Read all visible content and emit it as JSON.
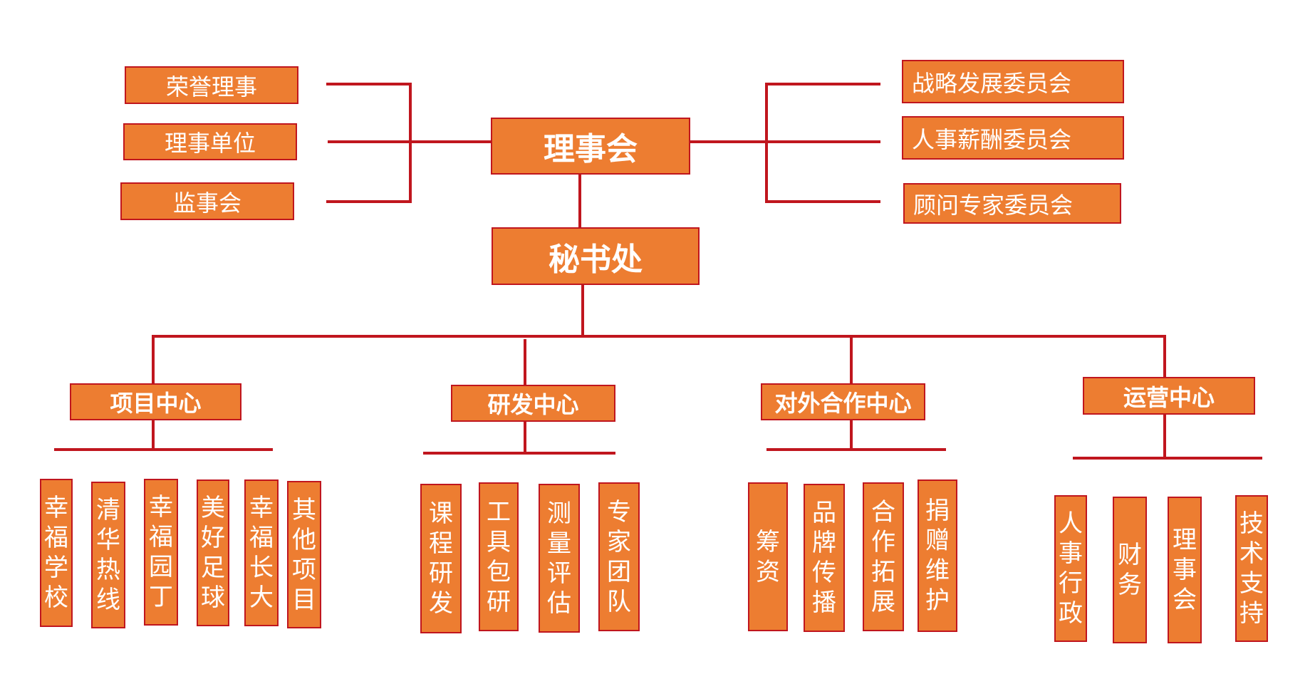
{
  "left_boxes": [
    "荣誉理事",
    "理事单位",
    "监事会"
  ],
  "board": "理事会",
  "right_boxes": [
    "战略发展委员会",
    "人事薪酬委员会",
    "顾问专家委员会"
  ],
  "secretariat": "秘书处",
  "centers": [
    {
      "name": "项目中心",
      "items": [
        "幸福学校",
        "清华热线",
        "幸福园丁",
        "美好足球",
        "幸福长大",
        "其他项目"
      ]
    },
    {
      "name": "研发中心",
      "items": [
        "课程研发",
        "工具包研",
        "测量评估",
        "专家团队"
      ]
    },
    {
      "name": "对外合作中心",
      "items": [
        "筹资",
        "品牌传播",
        "合作拓展",
        "捐赠维护"
      ]
    },
    {
      "name": "运营中心",
      "items": [
        "人事行政",
        "财务",
        "理事会",
        "技术支持"
      ]
    }
  ],
  "colors": {
    "box_fill": "#ED7D31",
    "border_and_lines": "#C0161E",
    "text": "#FFFFFF"
  }
}
